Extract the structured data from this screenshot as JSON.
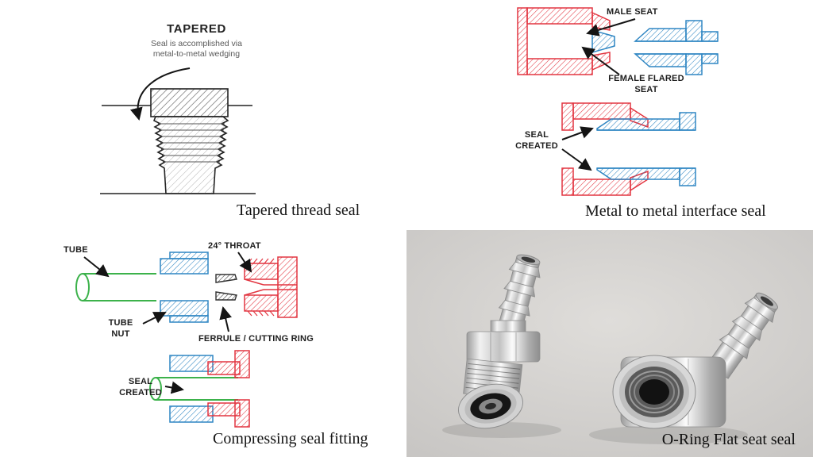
{
  "colors": {
    "red": "#e23540",
    "blue": "#2f86c3",
    "green": "#3cb24b",
    "ink": "#141414"
  },
  "tapered": {
    "title": "TAPERED",
    "subtitle": "Seal is accomplished via\nmetal-to-metal wedging",
    "caption": "Tapered thread seal"
  },
  "metal_interface": {
    "labels": {
      "male_seat": "MALE SEAT",
      "female_flared_seat": "FEMALE FLARED\nSEAT",
      "seal_created": "SEAL\nCREATED"
    },
    "caption": "Metal to metal interface seal"
  },
  "compression": {
    "labels": {
      "tube": "TUBE",
      "throat": "24° THROAT",
      "tube_nut": "TUBE\nNUT",
      "ferrule": "FERRULE / CUTTING RING",
      "seal_created": "SEAL\nCREATED"
    },
    "caption": "Compressing seal fitting"
  },
  "oring_photo": {
    "caption": "O-Ring Flat seat seal"
  }
}
